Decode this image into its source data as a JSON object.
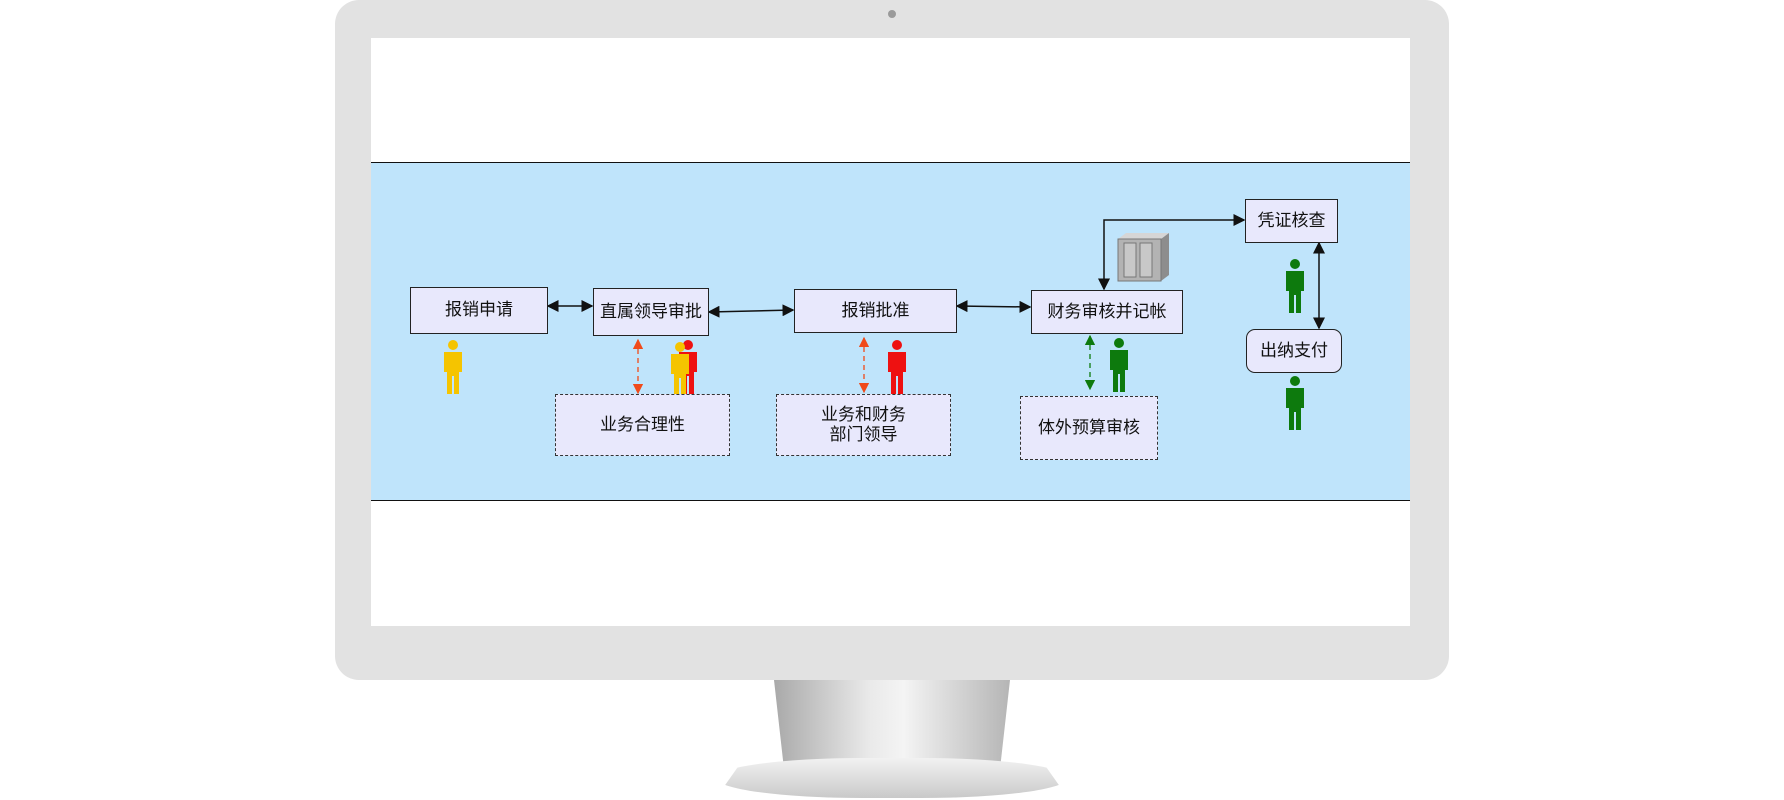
{
  "diagram": {
    "nodes": {
      "apply": "报销申请",
      "leader_approval": "直属领导审批",
      "approve": "报销批准",
      "finance_review": "财务审核并记帐",
      "voucher_check": "凭证核查",
      "cashier_pay": "出纳支付",
      "business_reasonable": "业务合理性",
      "dept_leader_line1": "业务和财务",
      "dept_leader_line2": "部门领导",
      "budget_review": "体外预算审核"
    },
    "colors": {
      "band": "#bfe4fb",
      "node_fill": "#e8e8fc",
      "person_yellow": "#f5c400",
      "person_red": "#ee1111",
      "person_green": "#0d7a0d",
      "dashed_arrow_red": "#f04a1a",
      "dashed_arrow_green": "#0d7a0d"
    }
  }
}
